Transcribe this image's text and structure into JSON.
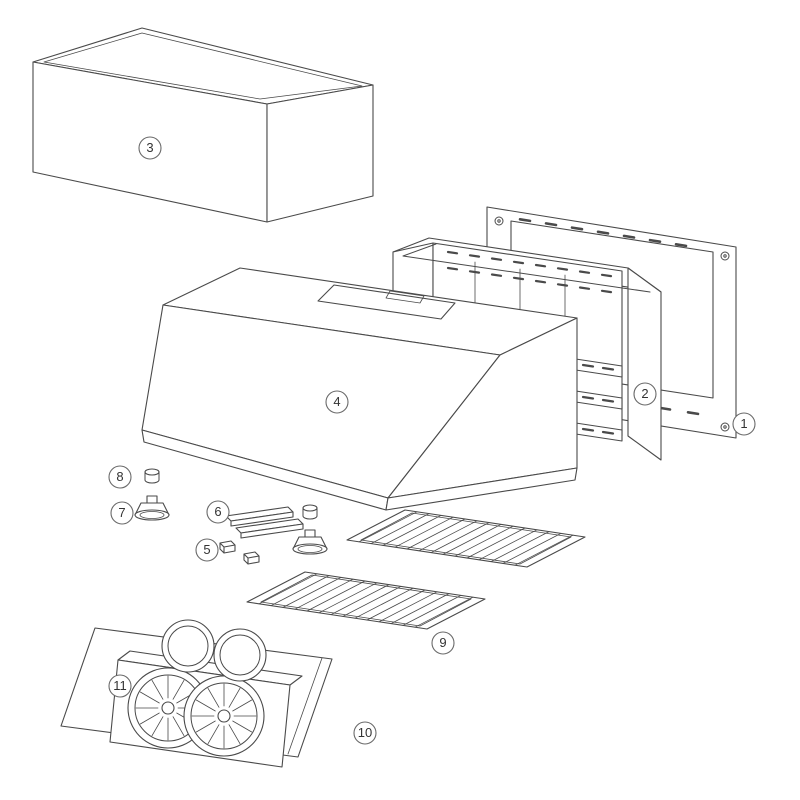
{
  "colors": {
    "line": "#4a4a4a",
    "background": "#ffffff",
    "label_text": "#333333"
  },
  "callouts": [
    {
      "name": "mounting-frame",
      "label": "1"
    },
    {
      "name": "liner-frame",
      "label": "2"
    },
    {
      "name": "duct-cover",
      "label": "3"
    },
    {
      "name": "hood-canopy",
      "label": "4"
    },
    {
      "name": "filter-clips",
      "label": "5"
    },
    {
      "name": "bracket-rails",
      "label": "6"
    },
    {
      "name": "halogen-lamp",
      "label": "7"
    },
    {
      "name": "lamp-bulb",
      "label": "8"
    },
    {
      "name": "baffle-filters",
      "label": "9"
    },
    {
      "name": "blower-housing",
      "label": "10"
    },
    {
      "name": "dual-blower",
      "label": "11"
    }
  ]
}
